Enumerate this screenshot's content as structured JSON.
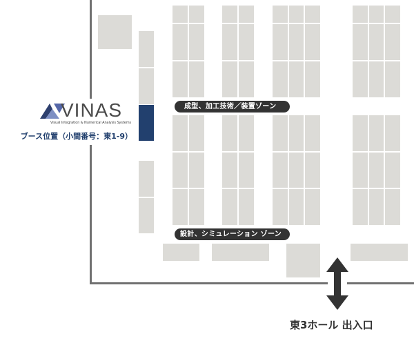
{
  "logo": {
    "name": "VINAS",
    "tagline": "Visual Integration & Numerical Analysis Systems"
  },
  "booth_label": "ブース位置（小間番号：東1-9）",
  "zones": [
    {
      "label": "成型、加工技術／装置ゾーン"
    },
    {
      "label": "設計、シミュレーション ゾーン"
    }
  ],
  "entrance_label": "東3ホール 出入口",
  "colors": {
    "highlight_booth": "#22406e",
    "booth": "#dcdbd7",
    "wall": "#707070",
    "pill": "#333333",
    "logo_text": "#4a4a4a"
  }
}
